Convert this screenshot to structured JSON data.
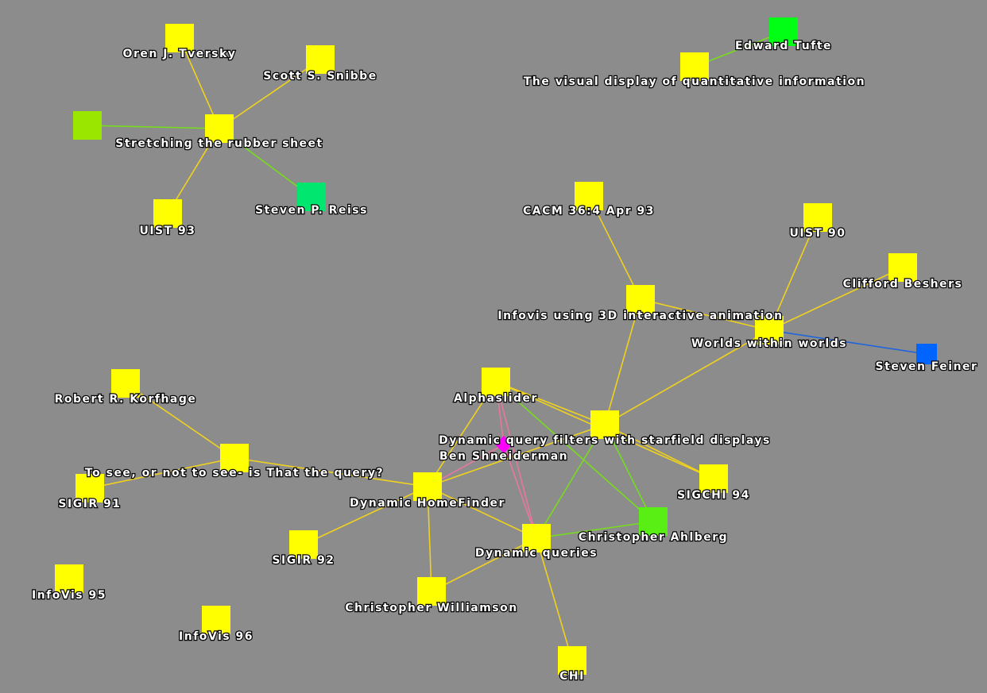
{
  "colors": {
    "background": "#8c8c8c",
    "node_default": "#ffff00",
    "node_lime": "#9be600",
    "node_mint": "#00e66e",
    "node_green_bright": "#00ff14",
    "node_green": "#5aef14",
    "node_blue": "#0064ff",
    "node_magenta": "#ff00ff",
    "edge_default": "#f0d21e",
    "edge_green": "#78dc1e",
    "edge_blue": "#1e64dc",
    "edge_pink": "#e678a0"
  },
  "graph": {
    "nodes": [
      {
        "id": "tversky",
        "label": "Oren J. Tversky",
        "color": "node_default"
      },
      {
        "id": "snibbe",
        "label": "Scott S. Snibbe",
        "color": "node_default"
      },
      {
        "id": "unnamed",
        "label": "",
        "color": "node_lime"
      },
      {
        "id": "rubber",
        "label": "Stretching the rubber sheet",
        "color": "node_default"
      },
      {
        "id": "uist93",
        "label": "UIST 93",
        "color": "node_default"
      },
      {
        "id": "reiss",
        "label": "Steven P. Reiss",
        "color": "node_mint"
      },
      {
        "id": "tufte",
        "label": "Edward Tufte",
        "color": "node_green_bright"
      },
      {
        "id": "visual",
        "label": "The visual display of quantitative information",
        "color": "node_default"
      },
      {
        "id": "cacm",
        "label": "CACM 36:4 Apr 93",
        "color": "node_default"
      },
      {
        "id": "uist90",
        "label": "UIST 90",
        "color": "node_default"
      },
      {
        "id": "beshers",
        "label": "Clifford Beshers",
        "color": "node_default"
      },
      {
        "id": "infovis3d",
        "label": "Infovis using 3D interactive animation",
        "color": "node_default"
      },
      {
        "id": "worlds",
        "label": "Worlds within worlds",
        "color": "node_default"
      },
      {
        "id": "feiner",
        "label": "Steven Feiner",
        "color": "node_blue"
      },
      {
        "id": "korfhage",
        "label": "Robert R. Korfhage",
        "color": "node_default"
      },
      {
        "id": "alphaslider",
        "label": "Alphaslider",
        "color": "node_default"
      },
      {
        "id": "starfield",
        "label": "Dynamic query filters with starfield displays",
        "color": "node_default"
      },
      {
        "id": "shneiderman",
        "label": "Ben Shneiderman",
        "color": "node_magenta"
      },
      {
        "id": "tosee",
        "label": "To see, or not to see- is That the query?",
        "color": "node_default"
      },
      {
        "id": "sigir91",
        "label": "SIGIR 91",
        "color": "node_default"
      },
      {
        "id": "homefinder",
        "label": "Dynamic HomeFinder",
        "color": "node_default"
      },
      {
        "id": "sigchi94",
        "label": "SIGCHI 94",
        "color": "node_default"
      },
      {
        "id": "ahlberg",
        "label": "Christopher Ahlberg",
        "color": "node_green"
      },
      {
        "id": "dynqueries",
        "label": "Dynamic queries",
        "color": "node_default"
      },
      {
        "id": "sigir92",
        "label": "SIGIR 92",
        "color": "node_default"
      },
      {
        "id": "williamson",
        "label": "Christopher Williamson",
        "color": "node_default"
      },
      {
        "id": "infovis95",
        "label": "InfoVis 95",
        "color": "node_default"
      },
      {
        "id": "infovis96",
        "label": "InfoVis 96",
        "color": "node_default"
      },
      {
        "id": "chi",
        "label": "CHI",
        "color": "node_default"
      }
    ],
    "edges": [
      {
        "from": "tversky",
        "to": "rubber",
        "color": "edge_default"
      },
      {
        "from": "snibbe",
        "to": "rubber",
        "color": "edge_default"
      },
      {
        "from": "unnamed",
        "to": "rubber",
        "color": "edge_green"
      },
      {
        "from": "uist93",
        "to": "rubber",
        "color": "edge_default"
      },
      {
        "from": "reiss",
        "to": "rubber",
        "color": "edge_green"
      },
      {
        "from": "visual",
        "to": "tufte",
        "color": "edge_green"
      },
      {
        "from": "cacm",
        "to": "infovis3d",
        "color": "edge_default"
      },
      {
        "from": "infovis3d",
        "to": "worlds",
        "color": "edge_default"
      },
      {
        "from": "infovis3d",
        "to": "starfield",
        "color": "edge_default"
      },
      {
        "from": "uist90",
        "to": "worlds",
        "color": "edge_default"
      },
      {
        "from": "beshers",
        "to": "worlds",
        "color": "edge_default"
      },
      {
        "from": "worlds",
        "to": "feiner",
        "color": "edge_blue"
      },
      {
        "from": "worlds",
        "to": "starfield",
        "color": "edge_default"
      },
      {
        "from": "korfhage",
        "to": "tosee",
        "color": "edge_default"
      },
      {
        "from": "tosee",
        "to": "sigir91",
        "color": "edge_default"
      },
      {
        "from": "tosee",
        "to": "homefinder",
        "color": "edge_default"
      },
      {
        "from": "alphaslider",
        "to": "starfield",
        "color": "edge_default"
      },
      {
        "from": "alphaslider",
        "to": "homefinder",
        "color": "edge_default"
      },
      {
        "from": "alphaslider",
        "to": "sigchi94",
        "color": "edge_default"
      },
      {
        "from": "alphaslider",
        "to": "ahlberg",
        "color": "edge_green"
      },
      {
        "from": "alphaslider",
        "to": "shneiderman",
        "color": "edge_pink"
      },
      {
        "from": "alphaslider",
        "to": "dynqueries",
        "color": "edge_pink"
      },
      {
        "from": "starfield",
        "to": "sigchi94",
        "color": "edge_default"
      },
      {
        "from": "starfield",
        "to": "ahlberg",
        "color": "edge_green"
      },
      {
        "from": "starfield",
        "to": "dynqueries",
        "color": "edge_green"
      },
      {
        "from": "starfield",
        "to": "homefinder",
        "color": "edge_default"
      },
      {
        "from": "shneiderman",
        "to": "homefinder",
        "color": "edge_pink"
      },
      {
        "from": "shneiderman",
        "to": "dynqueries",
        "color": "edge_pink"
      },
      {
        "from": "homefinder",
        "to": "dynqueries",
        "color": "edge_default"
      },
      {
        "from": "homefinder",
        "to": "sigir92",
        "color": "edge_default"
      },
      {
        "from": "homefinder",
        "to": "williamson",
        "color": "edge_default"
      },
      {
        "from": "dynqueries",
        "to": "ahlberg",
        "color": "edge_green"
      },
      {
        "from": "dynqueries",
        "to": "williamson",
        "color": "edge_default"
      },
      {
        "from": "dynqueries",
        "to": "chi",
        "color": "edge_default"
      }
    ]
  }
}
